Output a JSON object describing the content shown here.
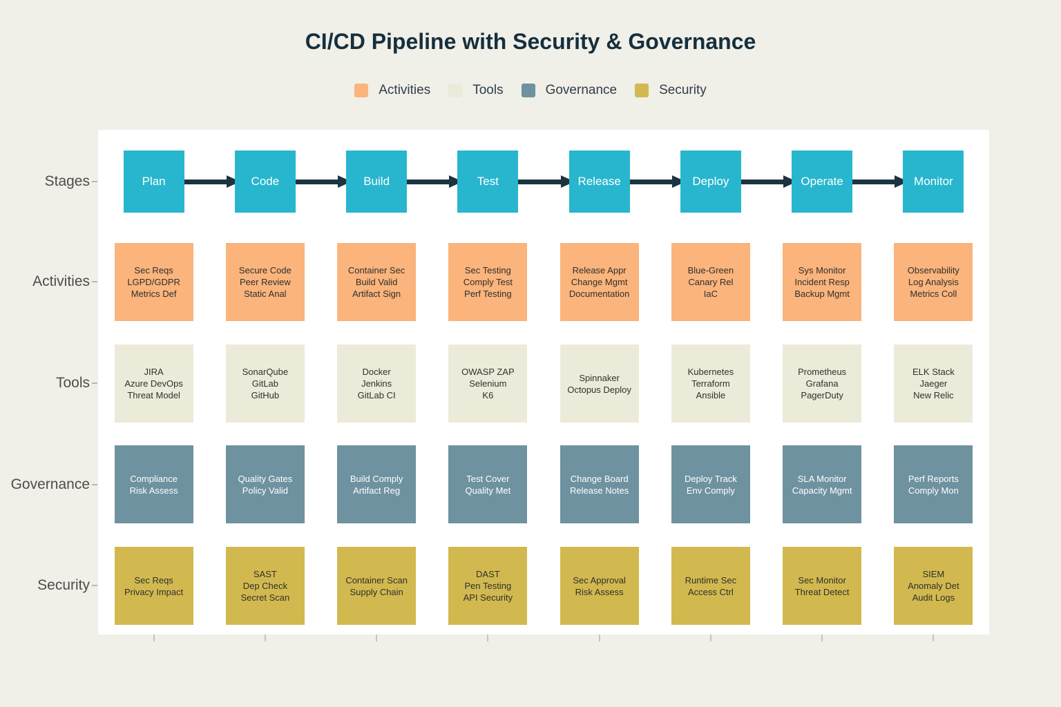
{
  "title": "CI/CD Pipeline with Security & Governance",
  "legend": {
    "items": [
      {
        "label": "Activities",
        "color": "#fab47c"
      },
      {
        "label": "Tools",
        "color": "#ecebd9"
      },
      {
        "label": "Governance",
        "color": "#6e929f"
      },
      {
        "label": "Security",
        "color": "#d2b94f"
      }
    ]
  },
  "row_labels": [
    "Stages",
    "Activities",
    "Tools",
    "Governance",
    "Security"
  ],
  "pipeline": {
    "stages": [
      "Plan",
      "Code",
      "Build",
      "Test",
      "Release",
      "Deploy",
      "Operate",
      "Monitor"
    ],
    "rows": [
      {
        "key": "activities",
        "cells": [
          [
            "Sec Reqs",
            "LGPD/GDPR",
            "Metrics Def"
          ],
          [
            "Secure Code",
            "Peer Review",
            "Static Anal"
          ],
          [
            "Container Sec",
            "Build Valid",
            "Artifact Sign"
          ],
          [
            "Sec Testing",
            "Comply Test",
            "Perf Testing"
          ],
          [
            "Release Appr",
            "Change Mgmt",
            "Documentation"
          ],
          [
            "Blue-Green",
            "Canary Rel",
            "IaC"
          ],
          [
            "Sys Monitor",
            "Incident Resp",
            "Backup Mgmt"
          ],
          [
            "Observability",
            "Log Analysis",
            "Metrics Coll"
          ]
        ]
      },
      {
        "key": "tools",
        "cells": [
          [
            "JIRA",
            "Azure DevOps",
            "Threat Model"
          ],
          [
            "SonarQube",
            "GitLab",
            "GitHub"
          ],
          [
            "Docker",
            "Jenkins",
            "GitLab CI"
          ],
          [
            "OWASP ZAP",
            "Selenium",
            "K6"
          ],
          [
            "Spinnaker",
            "Octopus Deploy"
          ],
          [
            "Kubernetes",
            "Terraform",
            "Ansible"
          ],
          [
            "Prometheus",
            "Grafana",
            "PagerDuty"
          ],
          [
            "ELK Stack",
            "Jaeger",
            "New Relic"
          ]
        ]
      },
      {
        "key": "governance",
        "cells": [
          [
            "Compliance",
            "Risk Assess"
          ],
          [
            "Quality Gates",
            "Policy Valid"
          ],
          [
            "Build Comply",
            "Artifact Reg"
          ],
          [
            "Test Cover",
            "Quality Met"
          ],
          [
            "Change Board",
            "Release Notes"
          ],
          [
            "Deploy Track",
            "Env Comply"
          ],
          [
            "SLA Monitor",
            "Capacity Mgmt"
          ],
          [
            "Perf Reports",
            "Comply Mon"
          ]
        ]
      },
      {
        "key": "security",
        "cells": [
          [
            "Sec Reqs",
            "Privacy Impact"
          ],
          [
            "SAST",
            "Dep Check",
            "Secret Scan"
          ],
          [
            "Container Scan",
            "Supply Chain"
          ],
          [
            "DAST",
            "Pen Testing",
            "API Security"
          ],
          [
            "Sec Approval",
            "Risk Assess"
          ],
          [
            "Runtime Sec",
            "Access Ctrl"
          ],
          [
            "Sec Monitor",
            "Threat Detect"
          ],
          [
            "SIEM",
            "Anomaly Det",
            "Audit Logs"
          ]
        ]
      }
    ]
  },
  "colors": {
    "stage": "#27b6ce",
    "activities": "#fab47c",
    "tools": "#ecebd9",
    "governance": "#6e929f",
    "security": "#d2b94f",
    "arrow": "#1c3340"
  }
}
